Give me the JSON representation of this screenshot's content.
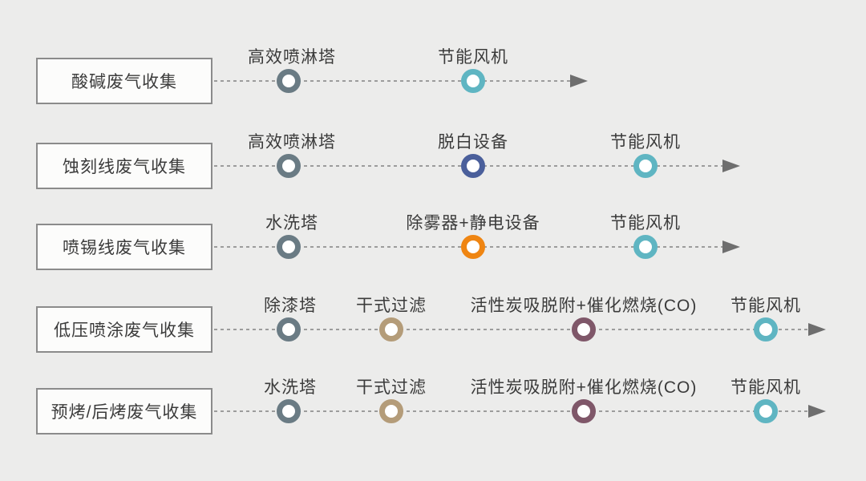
{
  "page": {
    "background": "#ececeb",
    "description_colors": {
      "slate": "#6a7b84",
      "teal": "#5fb5c2",
      "blue": "#4a5f9b",
      "orange": "#ef8512",
      "tan": "#b49c79",
      "mauve": "#7f5769",
      "line": "#9c9c9c",
      "arrow": "#6e6e6e",
      "text": "#3b3b3b",
      "box_border": "#8b8b8b",
      "box_background": "#fcfcfb"
    }
  },
  "flows": [
    {
      "source": "酸碱废气收集",
      "steps": [
        {
          "label": "高效喷淋塔",
          "color": "slate"
        },
        {
          "label": "节能风机",
          "color": "teal"
        }
      ]
    },
    {
      "source": "蚀刻线废气收集",
      "steps": [
        {
          "label": "高效喷淋塔",
          "color": "slate"
        },
        {
          "label": "脱白设备",
          "color": "blue"
        },
        {
          "label": "节能风机",
          "color": "teal"
        }
      ]
    },
    {
      "source": "喷锡线废气收集",
      "steps": [
        {
          "label": "水洗塔",
          "color": "slate"
        },
        {
          "label": "除雾器+静电设备",
          "color": "orange"
        },
        {
          "label": "节能风机",
          "color": "teal"
        }
      ]
    },
    {
      "source": "低压喷涂废气收集",
      "steps": [
        {
          "label": "除漆塔",
          "color": "slate"
        },
        {
          "label": "干式过滤",
          "color": "tan"
        },
        {
          "label": "活性炭吸脱附+催化燃烧(CO)",
          "color": "mauve"
        },
        {
          "label": "节能风机",
          "color": "teal"
        }
      ]
    },
    {
      "source": "预烤/后烤废气收集",
      "steps": [
        {
          "label": "水洗塔",
          "color": "slate"
        },
        {
          "label": "干式过滤",
          "color": "tan"
        },
        {
          "label": "活性炭吸脱附+催化燃烧(CO)",
          "color": "mauve"
        },
        {
          "label": "节能风机",
          "color": "teal"
        }
      ]
    }
  ]
}
